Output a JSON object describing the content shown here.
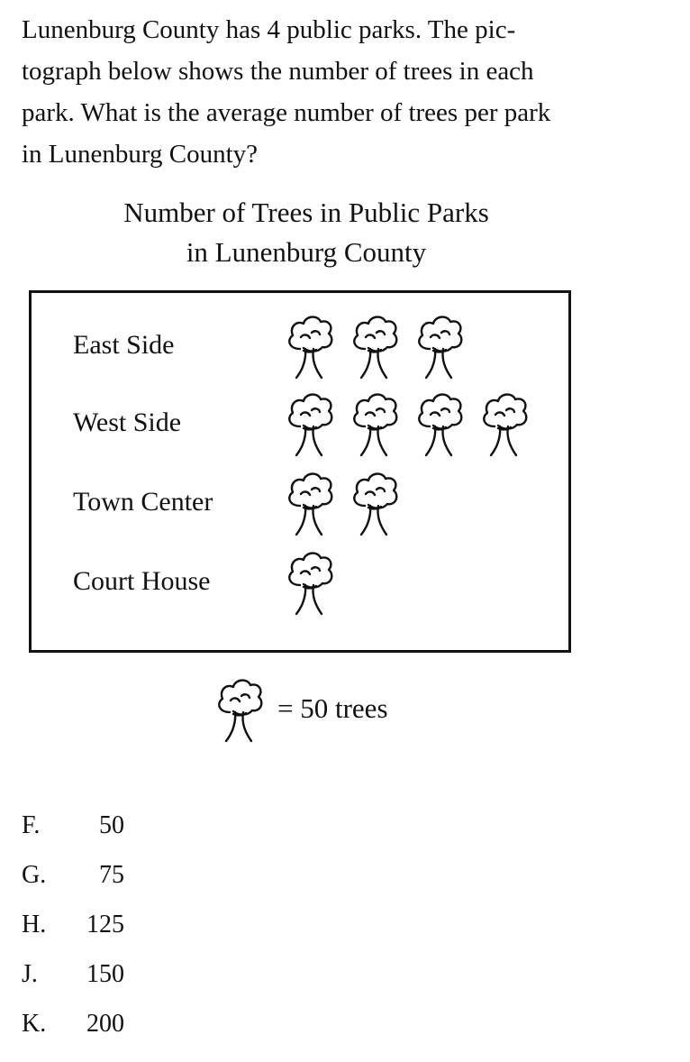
{
  "question": {
    "lines": [
      "Lunenburg County has 4 public parks. The pic-",
      "tograph below shows the number of trees in each",
      "park. What is the average number of trees per park",
      "in Lunenburg County?"
    ]
  },
  "chart_data": {
    "type": "bar",
    "title": "Number of Trees in Public Parks",
    "subtitle": "in Lunenburg County",
    "categories": [
      "East Side",
      "West Side",
      "Town Center",
      "Court House"
    ],
    "values": [
      3,
      4,
      2,
      1
    ],
    "icon": "tree-icon",
    "key": {
      "icon": "tree-icon",
      "text": "= 50 trees"
    }
  },
  "choices": [
    {
      "letter": "F.",
      "value": "50"
    },
    {
      "letter": "G.",
      "value": "75"
    },
    {
      "letter": "H.",
      "value": "125"
    },
    {
      "letter": "J.",
      "value": "150"
    },
    {
      "letter": "K.",
      "value": "200"
    }
  ]
}
